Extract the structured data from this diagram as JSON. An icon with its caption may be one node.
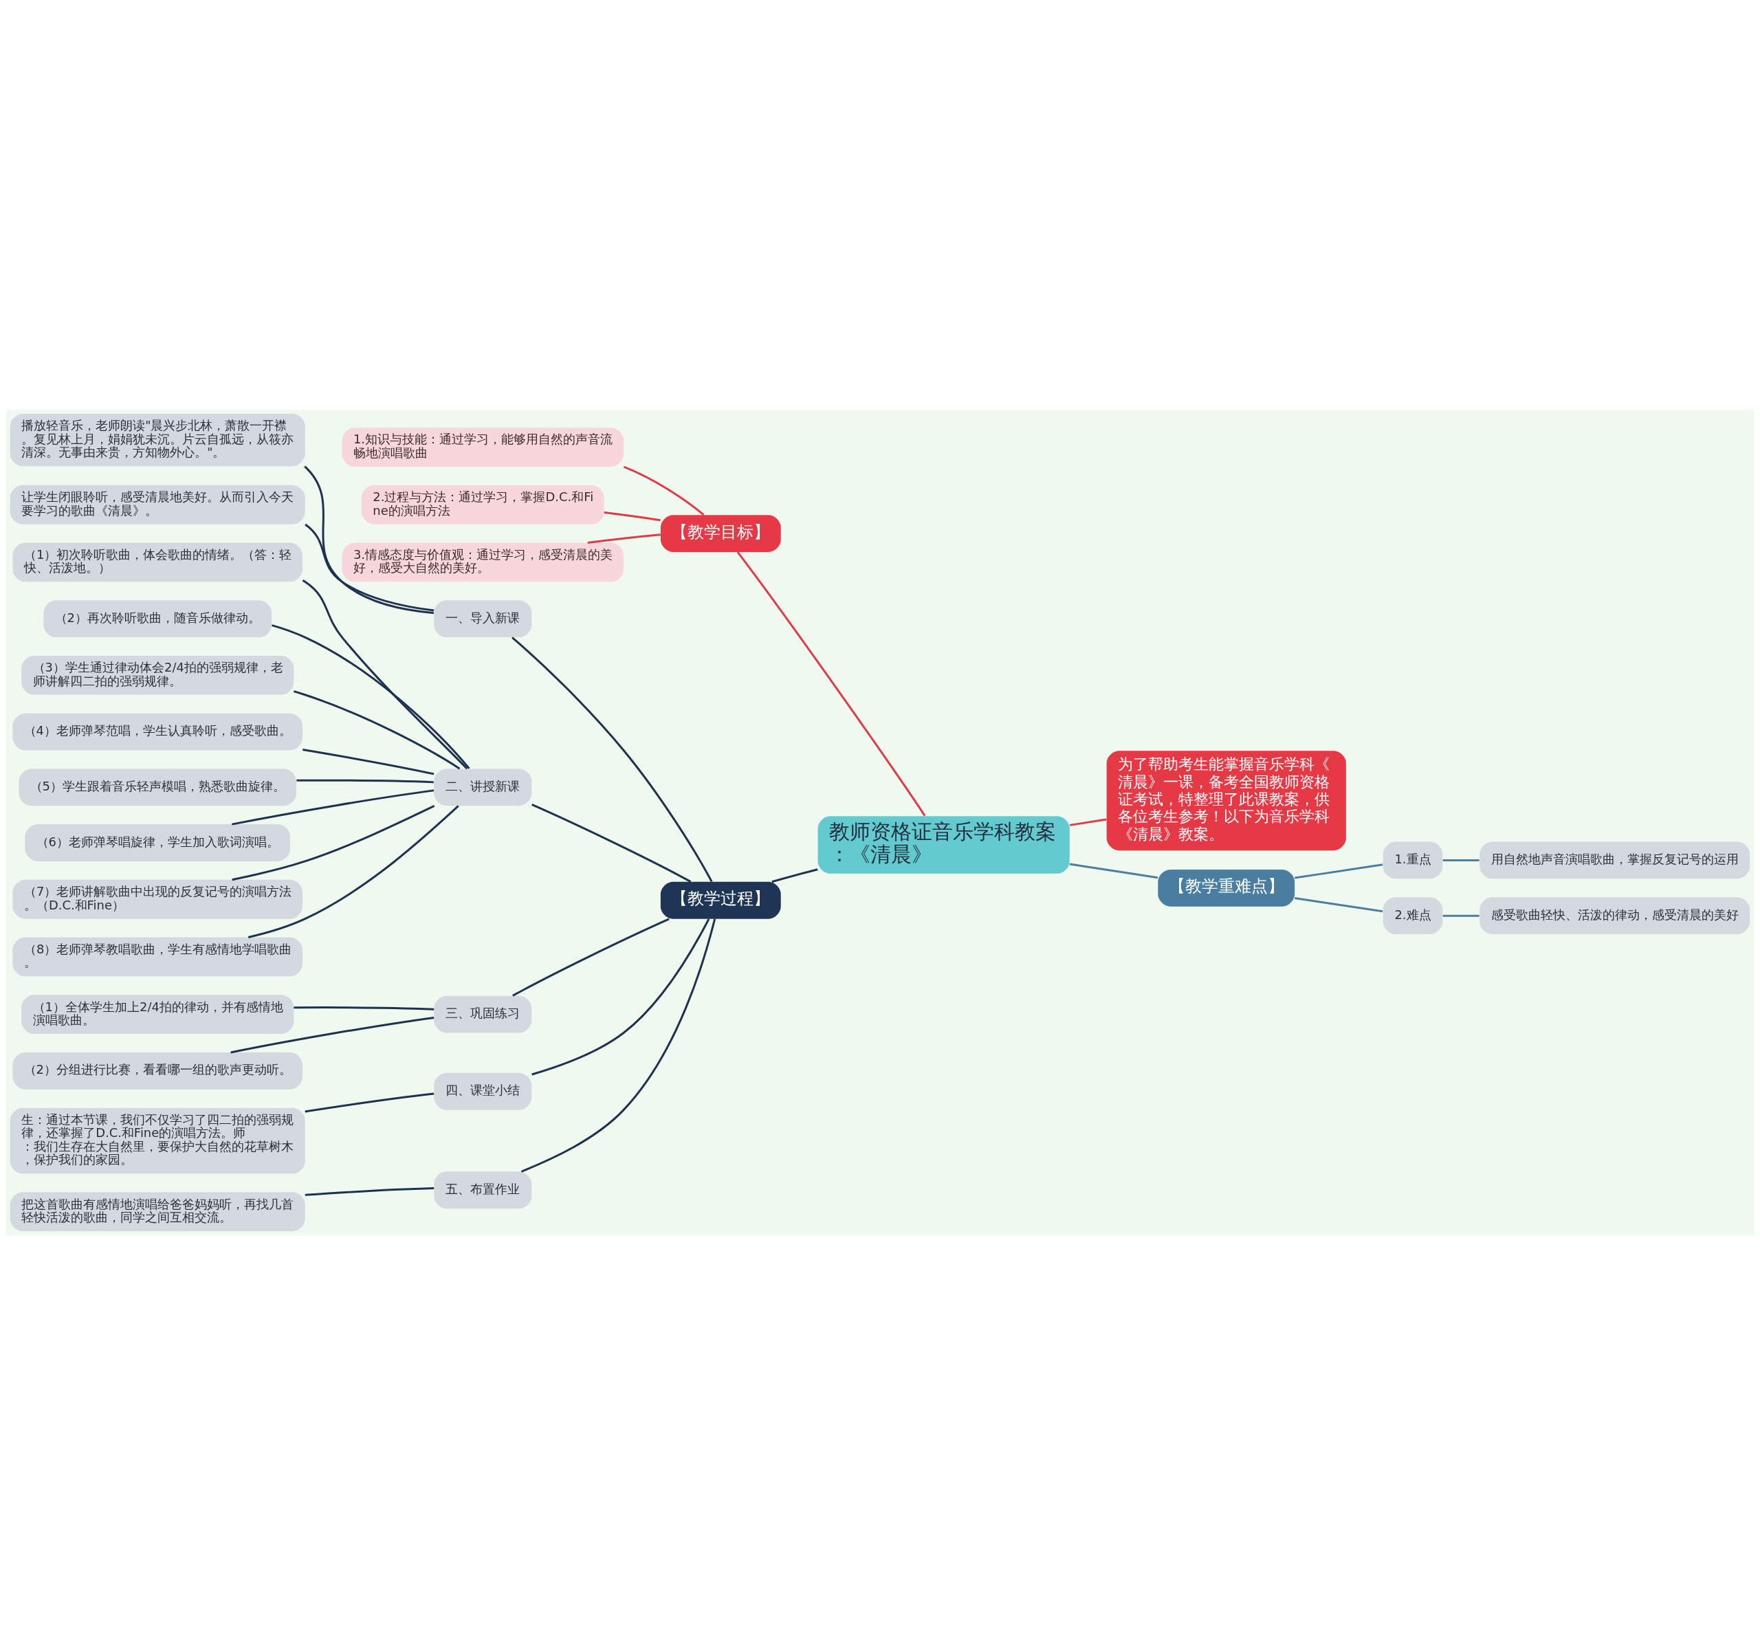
{
  "diagram": {
    "nodes": [
      {
        "text": [
          "教师资格证音乐学科教案：《清晨》"
        ]
      },
      {
        "text": [
          "【教学目标】"
        ]
      },
      {
        "text": [
          "1.知识与技能：通过学习，能够用自然的声音流畅地演唱歌曲"
        ]
      },
      {
        "text": [
          "2.过程与方法：通过学习，掌握D.C.和Fine的演唱方法"
        ]
      },
      {
        "text": [
          "3.情感态度与价值观：通过学习，感受清晨的美好，感受大自然的美好。"
        ]
      },
      {
        "text": [
          "【教学过程】"
        ]
      },
      {
        "text": [
          "一、导入新课"
        ]
      },
      {
        "text": [
          "播放轻音乐，老师朗读\"晨兴步北林，萧散一开襟。复见林上月，娟娟犹未沉。片云自孤远，从筱亦清深。无事由来贵，方知物外心。\"。"
        ]
      },
      {
        "text": [
          "让学生闭眼聆听，感受清晨地美好。从而引入今天要学习的歌曲《清晨》。"
        ]
      },
      {
        "text": [
          "二、讲授新课"
        ]
      },
      {
        "text": [
          "（1）初次聆听歌曲，体会歌曲的情绪。（答：轻快、活泼地。）"
        ]
      },
      {
        "text": [
          "（2）再次聆听歌曲，随音乐做律动。"
        ]
      },
      {
        "text": [
          "（3）学生通过律动体会2/4拍的强弱规律，老师讲解四二拍的强弱规律。"
        ]
      },
      {
        "text": [
          "（4）老师弹琴范唱，学生认真聆听，感受歌曲。"
        ]
      },
      {
        "text": [
          "（5）学生跟着音乐轻声模唱，熟悉歌曲旋律。"
        ]
      },
      {
        "text": [
          "（6）老师弹琴唱旋律，学生加入歌词演唱。"
        ]
      },
      {
        "text": [
          "（7）老师讲解歌曲中出现的反复记号的演唱方法。（D.C.和Fine）"
        ]
      },
      {
        "text": [
          "（8）老师弹琴教唱歌曲，学生有感情地学唱歌曲。"
        ]
      },
      {
        "text": [
          "三、巩固练习"
        ]
      },
      {
        "text": [
          "（1）全体学生加上2/4拍的律动，并有感情地演唱歌曲。"
        ]
      },
      {
        "text": [
          "（2）分组进行比赛，看看哪一组的歌声更动听。"
        ]
      },
      {
        "text": [
          "四、课堂小结"
        ]
      },
      {
        "text": [
          "生：通过本节课，我们不仅学习了四二拍的强弱规律，还掌握了D.C.和Fine的演唱方法。师：我们生存在大自然里，要保护大自然的花草树木，保护我们的家园。"
        ]
      },
      {
        "text": [
          "五、布置作业"
        ]
      },
      {
        "text": [
          "把这首歌曲有感情地演唱给爸爸妈妈听，再找几首轻快活泼的歌曲，同学之间互相交流。"
        ]
      },
      {
        "text": [
          "为了帮助考生能掌握音乐学科《清晨》一课，备考全国教师资格证考试，特整理了此课教案，供各位考生参考！以下为音乐学科《清晨》教案。"
        ]
      },
      {
        "text": [
          "【教学重难点】"
        ]
      },
      {
        "text": [
          "1.重点"
        ]
      },
      {
        "text": [
          "用自然地声音演唱歌曲，掌握反复记号的运用"
        ]
      },
      {
        "text": [
          "2.难点"
        ]
      },
      {
        "text": [
          "感受歌曲轻快、活泼的律动，感受清晨的美好"
        ]
      }
    ],
    "edges": [
      {
        "from": 0,
        "to": 1,
        "arrow": "none",
        "color": "#e03a48"
      },
      {
        "from": 1,
        "to": 2,
        "arrow": "none",
        "color": "#e03a48"
      },
      {
        "from": 1,
        "to": 3,
        "arrow": "none",
        "color": "#e03a48"
      },
      {
        "from": 1,
        "to": 4,
        "arrow": "none",
        "color": "#e03a48"
      },
      {
        "from": 0,
        "to": 5,
        "arrow": "none"
      },
      {
        "from": 5,
        "to": 6,
        "arrow": "none"
      },
      {
        "from": 6,
        "to": 7,
        "arrow": "none"
      },
      {
        "from": 6,
        "to": 8,
        "arrow": "none"
      },
      {
        "from": 5,
        "to": 9,
        "arrow": "none"
      },
      {
        "from": 9,
        "to": 10,
        "arrow": "none"
      },
      {
        "from": 9,
        "to": 11,
        "arrow": "none"
      },
      {
        "from": 9,
        "to": 12,
        "arrow": "none"
      },
      {
        "from": 9,
        "to": 13,
        "arrow": "none"
      },
      {
        "from": 9,
        "to": 14,
        "arrow": "none"
      },
      {
        "from": 9,
        "to": 15,
        "arrow": "none"
      },
      {
        "from": 9,
        "to": 16,
        "arrow": "none"
      },
      {
        "from": 9,
        "to": 17,
        "arrow": "none"
      },
      {
        "from": 5,
        "to": 18,
        "arrow": "none"
      },
      {
        "from": 18,
        "to": 19,
        "arrow": "none"
      },
      {
        "from": 18,
        "to": 20,
        "arrow": "none"
      },
      {
        "from": 5,
        "to": 21,
        "arrow": "none"
      },
      {
        "from": 21,
        "to": 22,
        "arrow": "none"
      },
      {
        "from": 5,
        "to": 23,
        "arrow": "none"
      },
      {
        "from": 23,
        "to": 24,
        "arrow": "none"
      },
      {
        "from": 0,
        "to": 25,
        "arrow": "none",
        "color": "#e03a48"
      },
      {
        "from": 0,
        "to": 26,
        "arrow": "none",
        "color": "#4a7fa0"
      },
      {
        "from": 26,
        "to": 27,
        "arrow": "none",
        "color": "#4a7fa0"
      },
      {
        "from": 27,
        "to": 28,
        "arrow": "none",
        "color": "#4a7fa0"
      },
      {
        "from": 26,
        "to": 29,
        "arrow": "none",
        "color": "#4a7fa0"
      },
      {
        "from": 29,
        "to": 30,
        "arrow": "none",
        "color": "#4a7fa0"
      }
    ]
  }
}
